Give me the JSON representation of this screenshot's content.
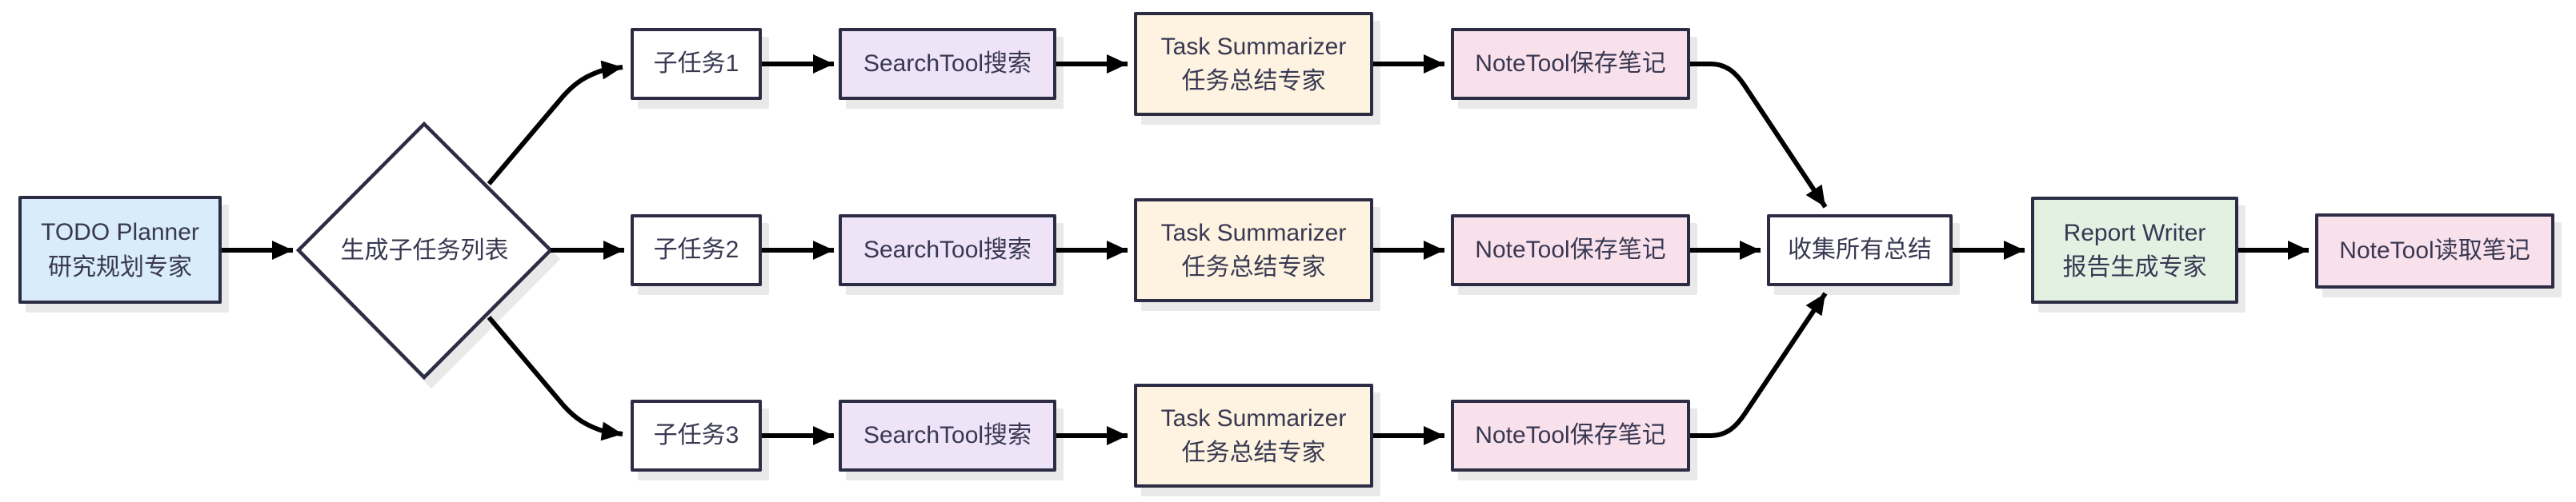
{
  "diagram": {
    "title": "multi-agent research workflow flowchart",
    "background": "#ffffff",
    "node_border_color": "#2c2c45",
    "arrow_color": "#000000",
    "text_color": "#383852",
    "nodes": {
      "todo_planner": {
        "label": "TODO Planner\n研究规划专家",
        "fill": "#d8ecf9",
        "shape": "rect"
      },
      "decision": {
        "label": "生成子任务列表",
        "fill": "#ffffff",
        "shape": "diamond"
      },
      "subtasks": [
        {
          "label": "子任务1",
          "fill": "#ffffff"
        },
        {
          "label": "子任务2",
          "fill": "#ffffff"
        },
        {
          "label": "子任务3",
          "fill": "#ffffff"
        }
      ],
      "search_tools": [
        {
          "label": "SearchTool搜索",
          "fill": "#eee3f7"
        },
        {
          "label": "SearchTool搜索",
          "fill": "#eee3f7"
        },
        {
          "label": "SearchTool搜索",
          "fill": "#eee3f7"
        }
      ],
      "summarizers": [
        {
          "label": "Task Summarizer\n任务总结专家",
          "fill": "#fdf3e0"
        },
        {
          "label": "Task Summarizer\n任务总结专家",
          "fill": "#fdf3e0"
        },
        {
          "label": "Task Summarizer\n任务总结专家",
          "fill": "#fdf3e0"
        }
      ],
      "note_savers": [
        {
          "label": "NoteTool保存笔记",
          "fill": "#f9e1ec"
        },
        {
          "label": "NoteTool保存笔记",
          "fill": "#f9e1ec"
        },
        {
          "label": "NoteTool保存笔记",
          "fill": "#f9e1ec"
        }
      ],
      "collect": {
        "label": "收集所有总结",
        "fill": "#ffffff",
        "shape": "rect"
      },
      "report_writer": {
        "label": "Report Writer\n报告生成专家",
        "fill": "#e3f1e3",
        "shape": "rect"
      },
      "note_reader": {
        "label": "NoteTool读取笔记",
        "fill": "#f9e1ec",
        "shape": "rect"
      }
    },
    "edges": [
      {
        "from": "todo_planner",
        "to": "decision"
      },
      {
        "from": "decision",
        "to": "subtask-1"
      },
      {
        "from": "decision",
        "to": "subtask-2"
      },
      {
        "from": "decision",
        "to": "subtask-3"
      },
      {
        "from": "subtask-1",
        "to": "searchtool-1"
      },
      {
        "from": "subtask-2",
        "to": "searchtool-2"
      },
      {
        "from": "subtask-3",
        "to": "searchtool-3"
      },
      {
        "from": "searchtool-1",
        "to": "summarizer-1"
      },
      {
        "from": "searchtool-2",
        "to": "summarizer-2"
      },
      {
        "from": "searchtool-3",
        "to": "summarizer-3"
      },
      {
        "from": "summarizer-1",
        "to": "notetool-save-1"
      },
      {
        "from": "summarizer-2",
        "to": "notetool-save-2"
      },
      {
        "from": "summarizer-3",
        "to": "notetool-save-3"
      },
      {
        "from": "notetool-save-1",
        "to": "collect"
      },
      {
        "from": "notetool-save-2",
        "to": "collect"
      },
      {
        "from": "notetool-save-3",
        "to": "collect"
      },
      {
        "from": "collect",
        "to": "report_writer"
      },
      {
        "from": "report_writer",
        "to": "note_reader"
      }
    ]
  }
}
